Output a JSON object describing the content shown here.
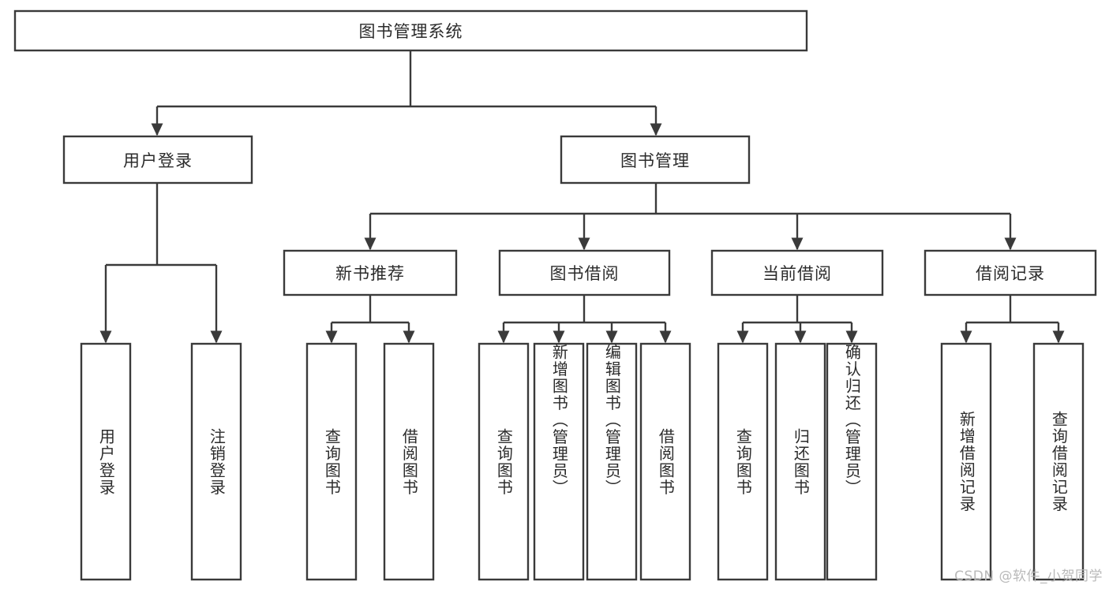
{
  "diagram": {
    "kind": "tree-hierarchy",
    "title": "图书管理系统",
    "watermark": "CSDN @软件_小贺同学",
    "colors": {
      "background": "#ffffff",
      "box_fill": "#ffffff",
      "box_stroke": "#3a3a3a",
      "text": "#2b2b2b",
      "watermark": "#b9b9b9"
    },
    "root": {
      "label": "图书管理系统",
      "orientation": "horizontal"
    },
    "level2": [
      {
        "id": "user-login",
        "label": "用户登录",
        "orientation": "horizontal"
      },
      {
        "id": "book-manage",
        "label": "图书管理",
        "orientation": "horizontal"
      }
    ],
    "level3": [
      {
        "id": "new-book-recommend",
        "label": "新书推荐",
        "orientation": "horizontal",
        "parent": "book-manage"
      },
      {
        "id": "book-borrow",
        "label": "图书借阅",
        "orientation": "horizontal",
        "parent": "book-manage"
      },
      {
        "id": "current-borrow",
        "label": "当前借阅",
        "orientation": "horizontal",
        "parent": "book-manage"
      },
      {
        "id": "borrow-record",
        "label": "借阅记录",
        "orientation": "horizontal",
        "parent": "book-manage"
      }
    ],
    "leaves": [
      {
        "id": "leaf-user-login",
        "label": "用户登录",
        "orientation": "vertical",
        "parent": "user-login"
      },
      {
        "id": "leaf-user-logout",
        "label": "注销登录",
        "orientation": "vertical",
        "parent": "user-login"
      },
      {
        "id": "leaf-query-book-1",
        "label": "查询图书",
        "orientation": "vertical",
        "parent": "new-book-recommend"
      },
      {
        "id": "leaf-borrow-book-1",
        "label": "借阅图书",
        "orientation": "vertical",
        "parent": "new-book-recommend"
      },
      {
        "id": "leaf-query-book-2",
        "label": "查询图书",
        "orientation": "vertical",
        "parent": "book-borrow"
      },
      {
        "id": "leaf-add-book",
        "label": "新增图书（管理员）",
        "orientation": "vertical",
        "parent": "book-borrow"
      },
      {
        "id": "leaf-edit-book",
        "label": "编辑图书（管理员）",
        "orientation": "vertical",
        "parent": "book-borrow"
      },
      {
        "id": "leaf-borrow-book-2",
        "label": "借阅图书",
        "orientation": "vertical",
        "parent": "book-borrow"
      },
      {
        "id": "leaf-query-book-3",
        "label": "查询图书",
        "orientation": "vertical",
        "parent": "current-borrow"
      },
      {
        "id": "leaf-return-book",
        "label": "归还图书",
        "orientation": "vertical",
        "parent": "current-borrow"
      },
      {
        "id": "leaf-confirm-return",
        "label": "确认归还（管理员）",
        "orientation": "vertical",
        "parent": "current-borrow"
      },
      {
        "id": "leaf-add-record",
        "label": "新增借阅记录",
        "orientation": "vertical",
        "parent": "borrow-record"
      },
      {
        "id": "leaf-query-record",
        "label": "查询借阅记录",
        "orientation": "vertical",
        "parent": "borrow-record"
      }
    ]
  }
}
